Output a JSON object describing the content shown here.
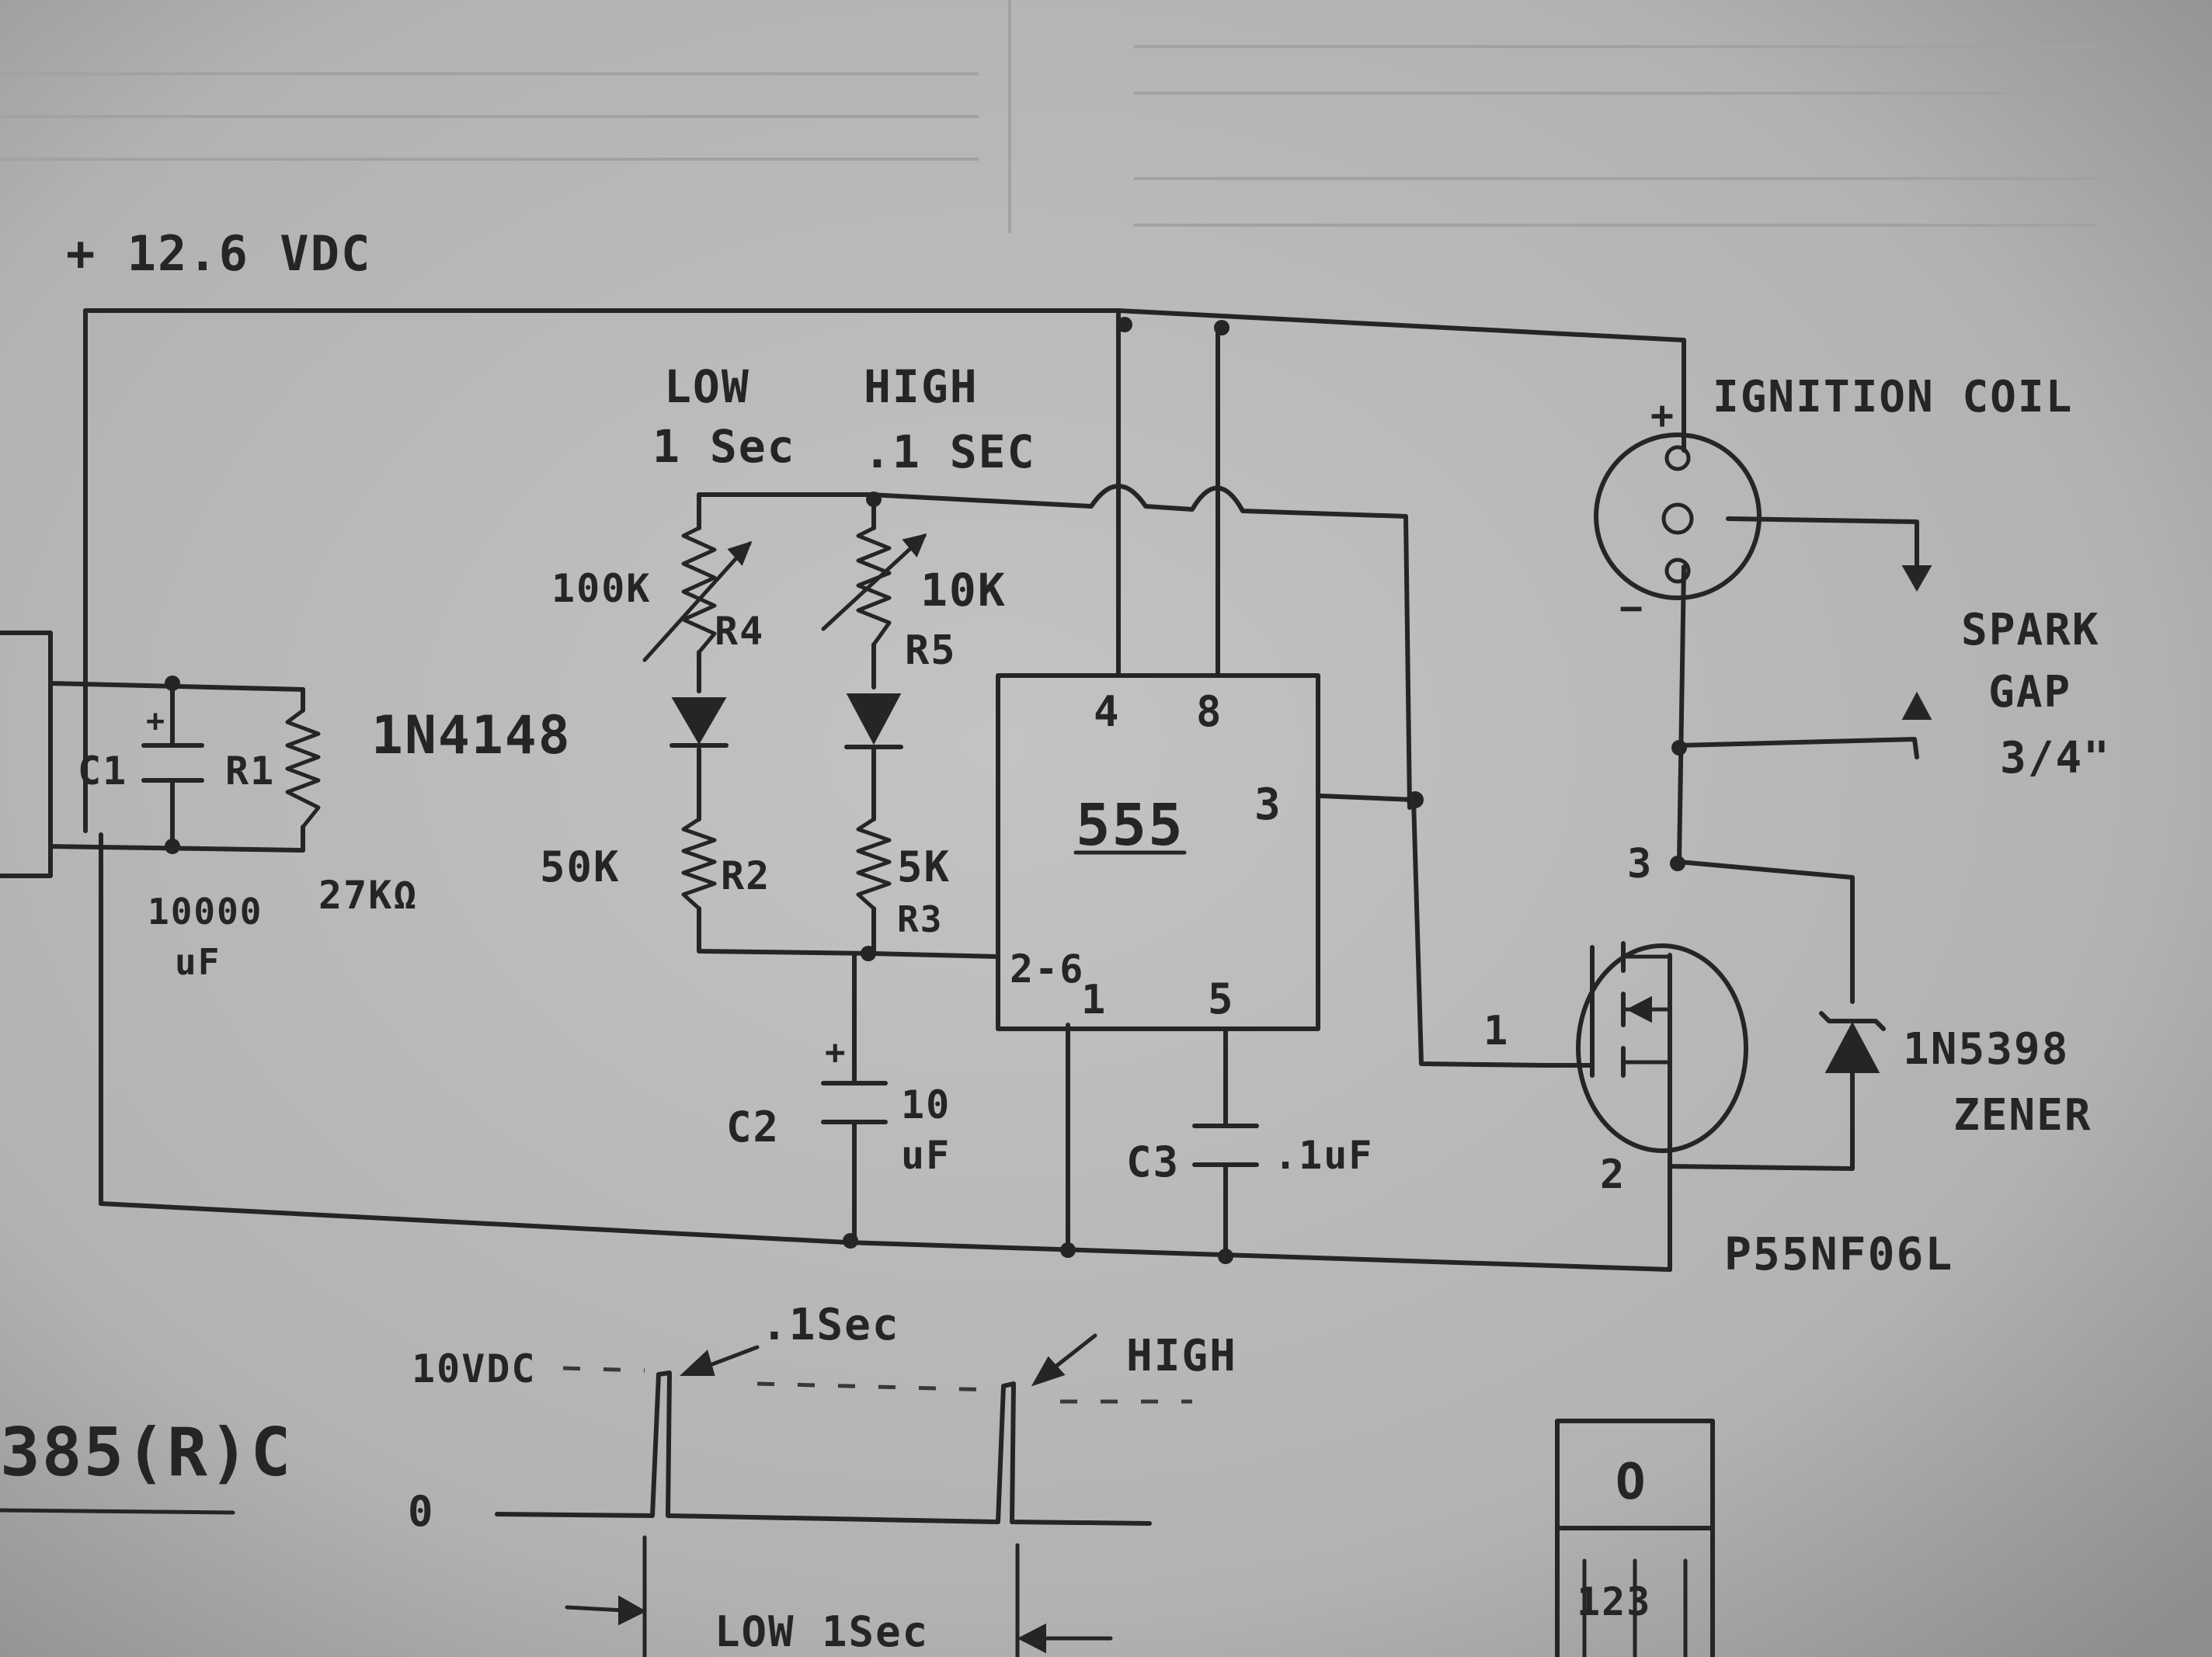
{
  "supply": {
    "label": "+ 12.6 VDC"
  },
  "timing": {
    "low_title": "LOW",
    "low_period": "1 Sec",
    "high_title": "HIGH",
    "high_period": ".1 SEC"
  },
  "components": {
    "r4_value": "100K",
    "r4_name": "R4",
    "r5_value": "10K",
    "r5_name": "R5",
    "diode_1n4148": "1N4148",
    "r2_value": "50K",
    "r2_name": "R2",
    "r3_value": "5K",
    "r3_name": "R3",
    "c1_name": "C1",
    "c1_plus": "+",
    "r1_name": "R1",
    "c1_value_a": "10000",
    "c1_value_b": "uF",
    "r1_value": "27KΩ",
    "c2_name": "C2",
    "c2_plus": "+",
    "c2_value_a": "10",
    "c2_value_b": "uF",
    "c3_name": "C3",
    "c3_value": ".1uF",
    "zener_name": "1N5398",
    "zener_label": "ZENER",
    "mosfet_part": "P55NF06L",
    "mosfet_pin_gate": "1",
    "mosfet_pin_drain": "3",
    "mosfet_pin_source": "2"
  },
  "ic555": {
    "name": "555",
    "pin4": "4",
    "pin8": "8",
    "pin3": "3",
    "pin2_6": "2-6",
    "pin1": "1",
    "pin5": "5"
  },
  "coil": {
    "label": "IGNITION COIL",
    "plus": "+",
    "minus": "−"
  },
  "spark_gap": {
    "line1": "SPARK",
    "line2": "GAP",
    "line3": "3/4\""
  },
  "waveform": {
    "level_label": "10VDC",
    "zero_label": "0",
    "pulse_label": ".1Sec",
    "high_label": "HIGH",
    "low_label": "LOW 1Sec"
  },
  "edge": {
    "left_text": "385(R)C"
  },
  "package": {
    "face_mark": "O",
    "pins": "123"
  },
  "colors": {
    "paper": "#b9b7b8",
    "ink": "#262424",
    "ghost_ink": "#9c9a9c"
  }
}
